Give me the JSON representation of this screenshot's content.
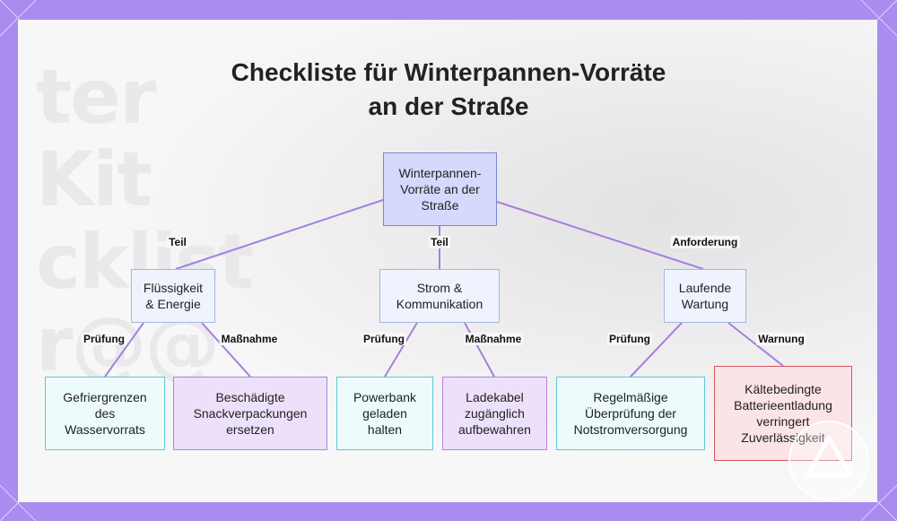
{
  "title_line1": "Checkliste für Winterpannen-Vorräte",
  "title_line2": "an der Straße",
  "background_ghost_text": [
    "ter",
    "Kit",
    "cklist",
    "r@@"
  ],
  "colors": {
    "frame": "#a98cf0",
    "root": "#d6d9fb",
    "category": "#eef3fd",
    "check": "#5dc8d8",
    "action": "#b083dd",
    "warning": "#d5555f",
    "edge": "#a77fdc"
  },
  "nodes": {
    "root": {
      "line1": "Winterpannen-",
      "line2": "Vorräte an der",
      "line3": "Straße"
    },
    "fluid": {
      "line1": "Flüssigkeit",
      "line2": "& Energie"
    },
    "power": {
      "line1": "Strom &",
      "line2": "Kommunikation"
    },
    "maintenance": {
      "line1": "Laufende",
      "line2": "Wartung"
    },
    "freeze": {
      "line1": "Gefriergrenzen",
      "line2": "des",
      "line3": "Wasservorrats"
    },
    "snack": {
      "line1": "Beschädigte",
      "line2": "Snackverpackungen",
      "line3": "ersetzen"
    },
    "powerbank": {
      "line1": "Powerbank",
      "line2": "geladen",
      "line3": "halten"
    },
    "cable": {
      "line1": "Ladekabel",
      "line2": "zugänglich",
      "line3": "aufbewahren"
    },
    "backup": {
      "line1": "Regelmäßige",
      "line2": "Überprüfung der",
      "line3": "Notstromversorgung"
    },
    "battery": {
      "line1": "Kältebedingte",
      "line2": "Batterieentladung",
      "line3": "verringert",
      "line4": "Zuverlässigkeit"
    }
  },
  "edge_labels": {
    "root_fluid": "Teil",
    "root_power": "Teil",
    "root_maintenance": "Anforderung",
    "fluid_freeze": "Prüfung",
    "fluid_snack": "Maßnahme",
    "power_powerbank": "Prüfung",
    "power_cable": "Maßnahme",
    "maintenance_backup": "Prüfung",
    "maintenance_battery": "Warnung"
  },
  "logo": "warning-triangle-logo"
}
